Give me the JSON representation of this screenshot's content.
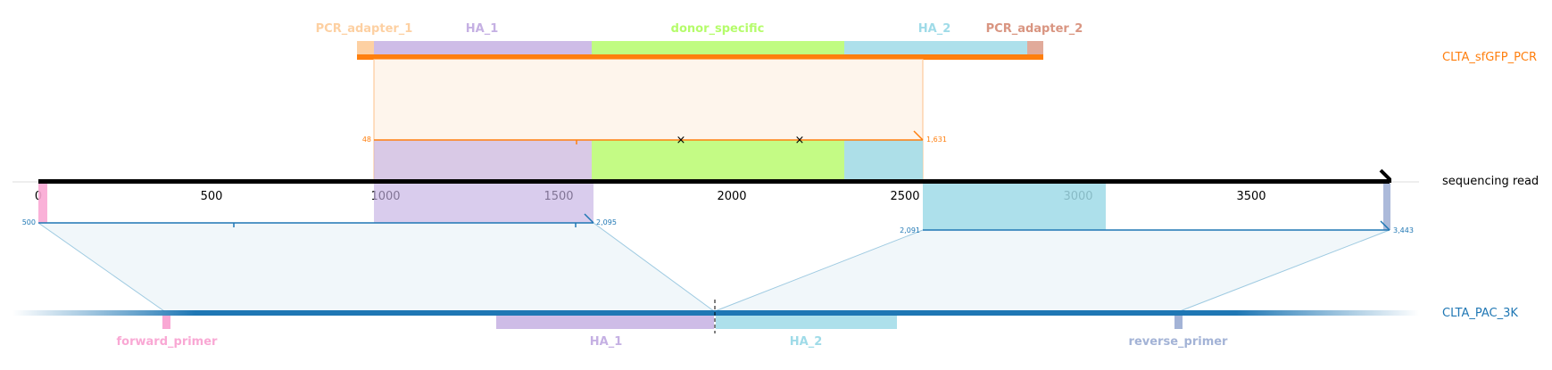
{
  "ruler": {
    "ticks": [
      "0",
      "500",
      "1000",
      "1500",
      "2000",
      "2500",
      "3000",
      "3500"
    ]
  },
  "reference_top": {
    "name": "CLTA_sfGFP_PCR",
    "color": "#ff7f0e",
    "features": [
      {
        "label": "PCR_adapter_1",
        "color": "#fdd0a2"
      },
      {
        "label": "HA_1",
        "color": "#c5b0e3"
      },
      {
        "label": "donor_specific",
        "color": "#b5fc6b"
      },
      {
        "label": "HA_2",
        "color": "#9fdbe8"
      },
      {
        "label": "PCR_adapter_2",
        "color": "#d99581"
      }
    ],
    "alignment": {
      "start": "48",
      "end": "1,631"
    }
  },
  "read": {
    "name": "sequencing read"
  },
  "reference_bottom": {
    "name": "CLTA_PAC_3K",
    "color": "#1f77b4",
    "features": [
      {
        "label": "forward_primer",
        "color": "#f9a8d4"
      },
      {
        "label": "HA_1",
        "color": "#c5b0e3"
      },
      {
        "label": "HA_2",
        "color": "#9fdbe8"
      },
      {
        "label": "reverse_primer",
        "color": "#a3b3d6"
      }
    ],
    "alignments": [
      {
        "start": "500",
        "end": "2,095"
      },
      {
        "start": "2,091",
        "end": "3,443"
      }
    ]
  }
}
